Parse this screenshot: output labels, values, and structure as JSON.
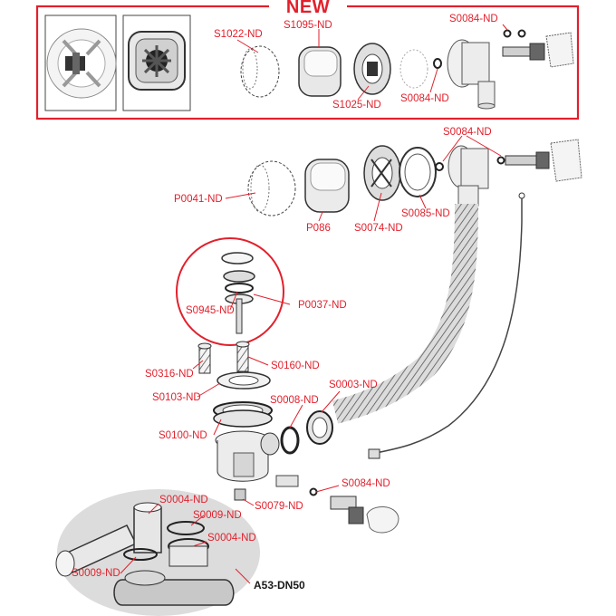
{
  "banner": {
    "title": "NEW"
  },
  "colors": {
    "accent": "#e2202c",
    "line": "#3a3a3a",
    "part_fill": "#f2f2f2",
    "kit_bg": "#dcdcdc"
  },
  "labels": {
    "s1022": "S1022-ND",
    "s1095": "S1095-ND",
    "s0084_top": "S0084-ND",
    "s1025": "S1025-ND",
    "s0084_top2": "S0084-ND",
    "s0084_mid": "S0084-ND",
    "p0041": "P0041-ND",
    "p086": "P086",
    "s0074": "S0074-ND",
    "s0085": "S0085-ND",
    "s0945": "S0945-ND",
    "p0037": "P0037-ND",
    "s0316": "S0316-ND",
    "s0160": "S0160-ND",
    "s0103": "S0103-ND",
    "s0008": "S0008-ND",
    "s0003": "S0003-ND",
    "s0100": "S0100-ND",
    "s0084_low": "S0084-ND",
    "s0079": "S0079-ND",
    "s0004_a": "S0004-ND",
    "s0009_a": "S0009-ND",
    "s0004_b": "S0004-ND",
    "s0009_b": "S0009-ND",
    "a53": "A53-DN50"
  }
}
